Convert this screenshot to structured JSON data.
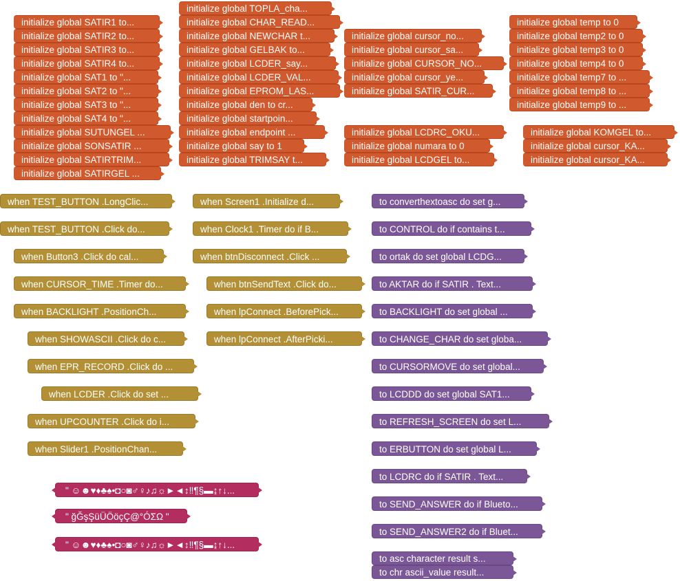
{
  "globals": [
    "initialize global SATIR1 to...",
    "initialize global SATIR2 to...",
    "initialize global SATIR3 to...",
    "initialize global SATIR4 to...",
    "initialize global SAT1 to \"...",
    "initialize global SAT2 to \"...",
    "initialize global SAT3 to \"...",
    "initialize global SAT4 to \"...",
    "initialize global SUTUNGEL ...",
    "initialize global SONSATIR ...",
    "initialize global SATIRTRIM...",
    "initialize global SATIRGEL ...",
    "initialize global TOPLA_cha...",
    "initialize global CHAR_READ...",
    "initialize global NEWCHAR t...",
    "initialize global GELBAK to...",
    "initialize global LCDER_say...",
    "initialize global LCDER_VAL...",
    "initialize global EPROM_LAS...",
    "initialize global den to cr...",
    "initialize global startpoin...",
    "initialize global endpoint ...",
    "initialize global say to 1",
    "initialize global TRIMSAY t...",
    "initialize global cursor_no...",
    "initialize global cursor_sa...",
    "initialize global CURSOR_NO...",
    "initialize global cursor_ye...",
    "initialize global SATIR_CUR...",
    "initialize global LCDRC_OKU...",
    "initialize global numara to 0",
    "initialize global LCDGEL to...",
    "initialize global temp to 0",
    "initialize global temp2 to 0",
    "initialize global temp3 to 0",
    "initialize global temp4 to 0",
    "initialize global temp7 to ...",
    "initialize global temp8 to ...",
    "initialize global temp9 to ...",
    "initialize global KOMGEL to...",
    "initialize global cursor_KA...",
    "initialize global cursor_KA..."
  ],
  "events": [
    "when  TEST_BUTTON .LongClic...",
    "when  TEST_BUTTON .Click do...",
    "when  Button3 .Click do cal...",
    "when  CURSOR_TIME .Timer do...",
    "when  BACKLIGHT .PositionCh...",
    "when  SHOWASCII .Click do c...",
    "when  EPR_RECORD .Click do ...",
    "when  LCDER .Click do set  ...",
    "when  UPCOUNTER .Click do i...",
    "when  Slider1 .PositionChan...",
    "when  Screen1 .Initialize d...",
    "when  Clock1 .Timer do if B...",
    "when  btnDisconnect .Click ...",
    "when  btnSendText .Click do...",
    "when  lpConnect .BeforePick...",
    "when  lpConnect .AfterPicki..."
  ],
  "procedures": [
    "to converthextoasc do set g...",
    "to CONTROL do if contains t...",
    "to ortak do set global LCDG...",
    "to AKTAR do if SATIR . Text...",
    "to BACKLIGHT do set global ...",
    "to CHANGE_CHAR do set globa...",
    "to CURSORMOVE do set global...",
    "to LCDDD do set global SAT1...",
    "to REFRESH_SCREEN do set  L...",
    "to ERBUTTON do set global L...",
    "to LCDRC do if SATIR . Text...",
    "to SEND_ANSWER do if Blueto...",
    "to SEND_ANSWER2 do if Bluet...",
    "to asc   character result s...",
    "to chr   ascii_value result..."
  ],
  "texts": [
    "\" ☺☻♥♦♣♠•◘○◙♂♀♪♫☼►◄↕‼¶§▬↨↑↓...",
    "\" ğĞşŞüÜÖöçÇ@°ÓΣΩ \"",
    "\" ☺☻♥♦♣♠•◘○◙♂♀♪♫☼►◄↕‼¶§▬↨↑↓..."
  ],
  "colors": {
    "global_block": "#d1592e",
    "event_block": "#b38f35",
    "procedure_block": "#7c5797",
    "text_block": "#b32d5e",
    "workspace_bg": "#ffffff"
  }
}
